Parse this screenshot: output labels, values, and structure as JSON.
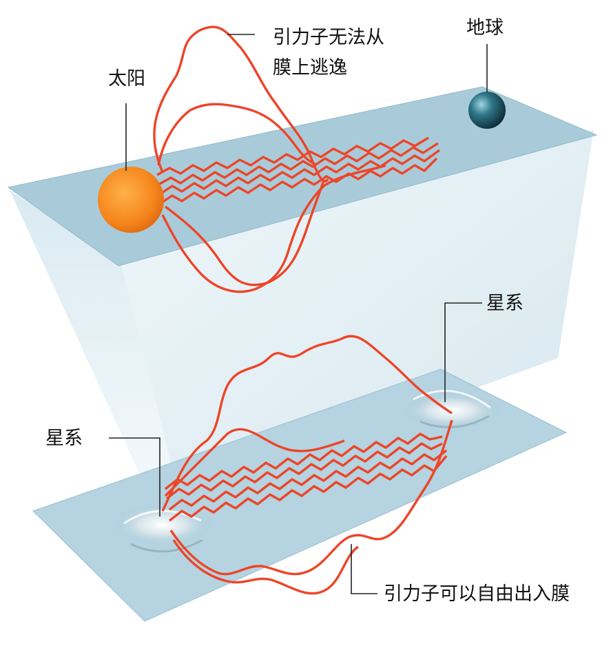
{
  "labels": {
    "sun": "太阳",
    "earth": "地球",
    "trapped_line1": "引力子无法从",
    "trapped_line2": "膜上逃逸",
    "galaxy_top": "星系",
    "galaxy_left": "星系",
    "free": "引力子可以自由出入膜"
  },
  "colors": {
    "membrane": "#a8cad8",
    "membrane_edge": "#8fb7c8",
    "projection_light": "#e4f0f6",
    "projection_dark": "#bcd7e4",
    "graviton_string": "#f0452a",
    "sun": "#f58a1f",
    "earth": "#2a5a6a",
    "leader_line": "#222222"
  }
}
